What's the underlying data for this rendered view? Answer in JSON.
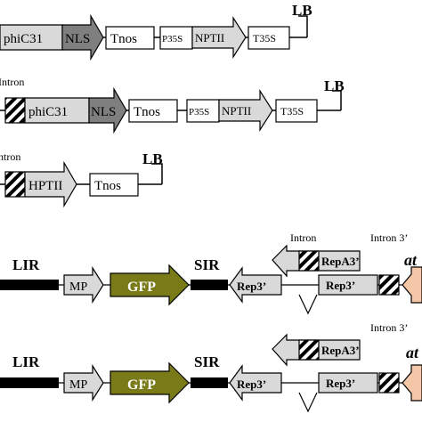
{
  "rows": [
    {
      "id": "construct-1",
      "elements": [
        {
          "kind": "arrow",
          "name": "phiC31",
          "label": "phiC31",
          "fill": "#d9d9d9"
        },
        {
          "kind": "arrow",
          "name": "NLS",
          "label": "NLS",
          "fill": "#7f7f7f"
        },
        {
          "kind": "box",
          "name": "Tnos",
          "label": "Tnos"
        },
        {
          "kind": "box",
          "name": "P35S",
          "label": "P35S"
        },
        {
          "kind": "arrow",
          "name": "NPTII",
          "label": "NPTII",
          "fill": "#d9d9d9"
        },
        {
          "kind": "box",
          "name": "T35S",
          "label": "T35S"
        },
        {
          "kind": "border",
          "name": "LB",
          "label": "LB"
        }
      ]
    },
    {
      "id": "construct-2",
      "elements": [
        {
          "kind": "intron",
          "name": "intron",
          "label": "Intron"
        },
        {
          "kind": "arrow",
          "name": "phiC31",
          "label": "phiC31",
          "fill": "#d9d9d9"
        },
        {
          "kind": "arrow",
          "name": "NLS",
          "label": "NLS",
          "fill": "#7f7f7f"
        },
        {
          "kind": "box",
          "name": "Tnos",
          "label": "Tnos"
        },
        {
          "kind": "box",
          "name": "P35S",
          "label": "P35S"
        },
        {
          "kind": "arrow",
          "name": "NPTII",
          "label": "NPTII",
          "fill": "#d9d9d9"
        },
        {
          "kind": "box",
          "name": "T35S",
          "label": "T35S"
        },
        {
          "kind": "border",
          "name": "LB",
          "label": "LB"
        }
      ]
    },
    {
      "id": "construct-3",
      "elements": [
        {
          "kind": "intron",
          "name": "intron",
          "label": "ntron"
        },
        {
          "kind": "arrow",
          "name": "HPTII",
          "label": "HPTII",
          "fill": "#d9d9d9"
        },
        {
          "kind": "box",
          "name": "Tnos",
          "label": "Tnos"
        },
        {
          "kind": "border",
          "name": "LB",
          "label": "LB"
        }
      ]
    },
    {
      "id": "construct-4",
      "elements": [
        {
          "kind": "bar",
          "name": "LIR",
          "label": "LIR"
        },
        {
          "kind": "arrow",
          "name": "MP",
          "label": "MP",
          "fill": "#d9d9d9"
        },
        {
          "kind": "arrow",
          "name": "GFP",
          "label": "GFP",
          "fill": "#7a7a18"
        },
        {
          "kind": "bar",
          "name": "SIR",
          "label": "SIR"
        },
        {
          "kind": "arrow-left",
          "name": "Rep3-prime",
          "label": "Rep3’",
          "fill": "#d9d9d9"
        },
        {
          "kind": "box",
          "name": "Rep3-prime-box",
          "label": "Rep3’"
        },
        {
          "kind": "arrow-left",
          "name": "RepA3-prime",
          "label": "RepA3’",
          "fill": "#d9d9d9"
        },
        {
          "kind": "intron",
          "name": "intron",
          "label": "Intron"
        },
        {
          "kind": "intron",
          "name": "intron-3",
          "label": "Intron 3’"
        },
        {
          "kind": "promoter",
          "name": "at",
          "label": "at"
        }
      ]
    },
    {
      "id": "construct-5",
      "elements": [
        {
          "kind": "bar",
          "name": "LIR",
          "label": "LIR"
        },
        {
          "kind": "arrow",
          "name": "MP",
          "label": "MP",
          "fill": "#d9d9d9"
        },
        {
          "kind": "arrow",
          "name": "GFP",
          "label": "GFP",
          "fill": "#7a7a18"
        },
        {
          "kind": "bar",
          "name": "SIR",
          "label": "SIR"
        },
        {
          "kind": "arrow-left",
          "name": "Rep3-prime",
          "label": "Rep3’",
          "fill": "#d9d9d9"
        },
        {
          "kind": "box",
          "name": "Rep3-prime-box",
          "label": "Rep3’"
        },
        {
          "kind": "arrow-left",
          "name": "RepA3-prime",
          "label": "RepA3’",
          "fill": "#d9d9d9"
        },
        {
          "kind": "intron",
          "name": "intron-3",
          "label": "Intron 3’"
        },
        {
          "kind": "promoter",
          "name": "at",
          "label": "at"
        }
      ]
    }
  ],
  "colors": {
    "gene_light": "#d9d9d9",
    "nls_dark": "#7f7f7f",
    "gfp_olive": "#7a7a18",
    "promoter_peach": "#f4c7a8",
    "line": "#000000"
  }
}
